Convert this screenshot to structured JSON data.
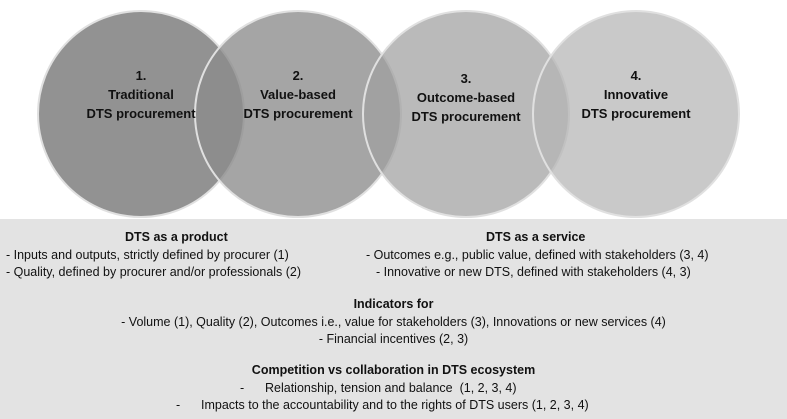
{
  "circles": [
    {
      "number": "1.",
      "lines": [
        "Traditional",
        "DTS procurement"
      ],
      "color": "#7f7f7f"
    },
    {
      "number": "2.",
      "lines": [
        "Value-based",
        "DTS procurement"
      ],
      "color": "#999999"
    },
    {
      "number": "3.",
      "lines": [
        "Outcome-based",
        "DTS procurement"
      ],
      "color": "#b5b5b5"
    },
    {
      "number": "4.",
      "lines": [
        "Innovative",
        "DTS procurement"
      ],
      "color": "#c6c6c6"
    }
  ],
  "product": {
    "heading": "DTS as a product",
    "items": [
      "- Inputs and outputs, strictly defined by procurer (1)",
      "- Quality, defined by procurer and/or professionals (2)"
    ]
  },
  "service": {
    "heading": "DTS as a service",
    "items": [
      "- Outcomes e.g., public value, defined with stakeholders (3, 4)",
      "- Innovative or new DTS, defined with stakeholders (4, 3)"
    ]
  },
  "indicators": {
    "heading": "Indicators for",
    "items": [
      "- Volume (1), Quality (2), Outcomes i.e., value for stakeholders (3), Innovations or new services (4)",
      "- Financial incentives (2, 3)"
    ]
  },
  "competition": {
    "heading": "Competition vs collaboration in DTS ecosystem",
    "items": [
      "-      Relationship, tension and balance  (1, 2, 3, 4)",
      "-      Impacts to the accountability and to the rights of DTS users (1, 2, 3, 4)"
    ]
  }
}
